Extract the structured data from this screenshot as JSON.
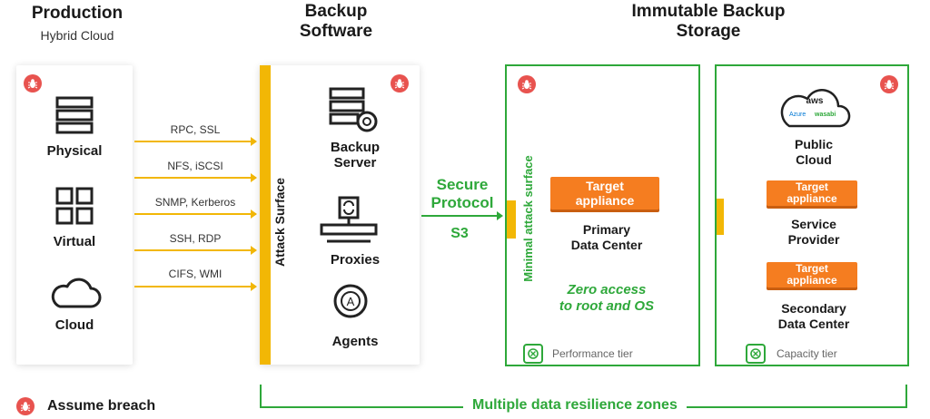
{
  "headers": {
    "production": "Production",
    "production_sub": "Hybrid Cloud",
    "backup_software_1": "Backup",
    "backup_software_2": "Software",
    "immutable_1": "Immutable Backup",
    "immutable_2": "Storage"
  },
  "production": {
    "items": [
      {
        "label": "Physical",
        "icon": "server-rack-icon"
      },
      {
        "label": "Virtual",
        "icon": "grid-four-icon"
      },
      {
        "label": "Cloud",
        "icon": "cloud-icon"
      }
    ]
  },
  "protocols": [
    "RPC, SSL",
    "NFS, iSCSI",
    "SNMP, Kerberos",
    "SSH, RDP",
    "CIFS, WMI"
  ],
  "backup": {
    "attack_surface": "Attack Surface",
    "server_1": "Backup",
    "server_2": "Server",
    "proxies": "Proxies",
    "agents": "Agents"
  },
  "secure": {
    "line1": "Secure",
    "line2": "Protocol",
    "s3": "S3"
  },
  "primary": {
    "minimal_surface": "Minimal attack surface",
    "target_1": "Target",
    "target_2": "appliance",
    "name_1": "Primary",
    "name_2": "Data Center",
    "zero_1": "Zero access",
    "zero_2": "to root and OS",
    "tier": "Performance tier"
  },
  "secondary": {
    "cloud_1": "Public",
    "cloud_2": "Cloud",
    "aws": "aws",
    "azure": "Azure",
    "wasabi": "wasabi",
    "sp_target_1": "Target",
    "sp_target_2": "appliance",
    "sp_1": "Service",
    "sp_2": "Provider",
    "sdc_target_1": "Target",
    "sdc_target_2": "appliance",
    "sdc_1": "Secondary",
    "sdc_2": "Data Center",
    "tier": "Capacity tier"
  },
  "footer": {
    "legend": "Assume breach",
    "zones": "Multiple data resilience zones"
  },
  "colors": {
    "accent_orange": "#f57d20",
    "attack_yellow": "#f2b705",
    "immutable_green": "#2ea83a",
    "breach_red": "#e8534f"
  }
}
